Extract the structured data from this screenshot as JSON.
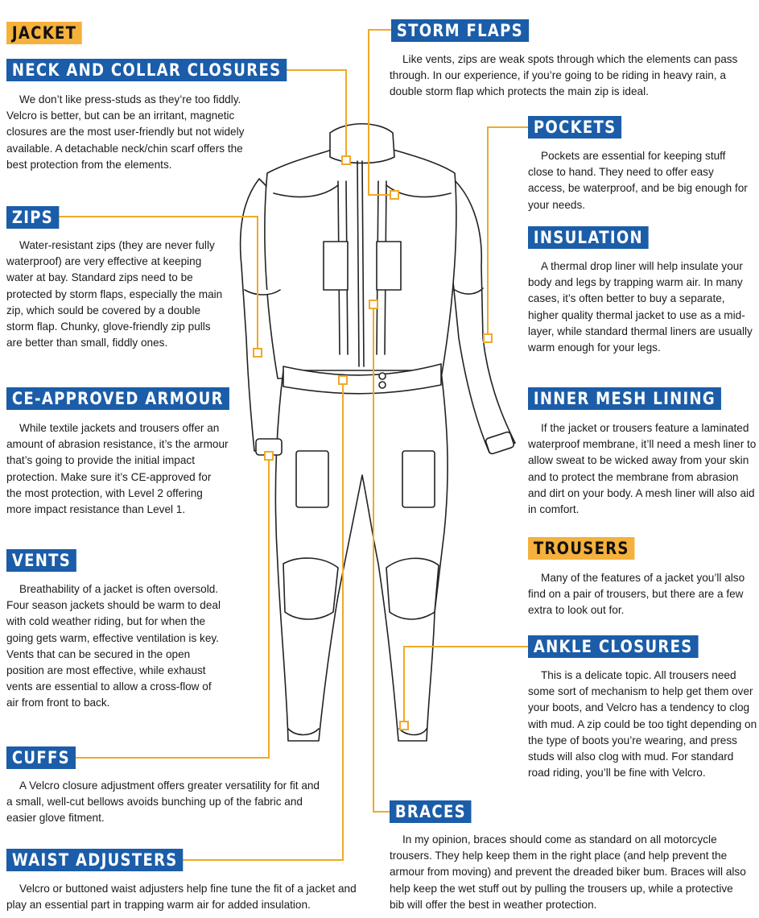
{
  "colors": {
    "header_blue": "#1b5da8",
    "header_gold": "#f5b13c",
    "leader_line": "#f0a928",
    "outline": "#222222"
  },
  "illustration": {
    "subject": "motorcycle textile jacket and trousers line drawing"
  },
  "sections": {
    "jacket": {
      "title": "JACKET"
    },
    "neck_and_collar_closures": {
      "title": "NECK AND COLLAR CLOSURES",
      "body": "We don’t like press-studs as they’re too fiddly. Velcro is better, but can be an irritant, magnetic closures are the most user-friendly but not widely available. A detachable neck/chin scarf offers the best protection from the elements."
    },
    "zips": {
      "title": "ZIPS",
      "body": "Water-resistant zips (they are never fully waterproof) are very effective at keeping water at bay. Standard zips need to be protected by storm flaps, especially the main zip, which sould be covered by a double storm flap. Chunky, glove-friendly zip pulls are better than small, fiddly ones."
    },
    "ce_approved_armour": {
      "title": "CE-APPROVED ARMOUR",
      "body": "While textile jackets and trousers offer an amount of abrasion resistance, it’s the armour that’s going to provide the initial impact protection. Make sure it’s CE-approved for the most protection, with Level 2 offering more impact resistance than Level 1."
    },
    "vents": {
      "title": "VENTS",
      "body": "Breathability of a jacket is often oversold. Four season jackets should be warm to deal with cold weather riding, but for when the going gets warm, effective ventilation is key. Vents that can be secured in the open position are most effective, while exhaust vents are essential to allow a cross-flow of air from front to back."
    },
    "cuffs": {
      "title": "CUFFS",
      "body": "A Velcro closure adjustment offers greater versatility for fit and a small, well-cut bellows avoids bunching up of the fabric and easier glove fitment."
    },
    "waist_adjusters": {
      "title": "WAIST ADJUSTERS",
      "body": "Velcro or buttoned waist adjusters help fine tune the fit of a jacket and play an essential part in trapping warm air for added insulation."
    },
    "storm_flaps": {
      "title": "STORM FLAPS",
      "body": "Like vents, zips are weak spots through which the elements can pass through. In our experience, if you’re going to be riding in heavy rain, a double storm flap which protects the main zip is ideal."
    },
    "pockets": {
      "title": "POCKETS",
      "body": "Pockets are essential for keeping stuff close to hand. They need to offer easy access, be waterproof, and be big enough for your needs."
    },
    "insulation": {
      "title": "INSULATION",
      "body": "A thermal drop liner will help insulate your body and legs by trapping warm air. In many cases, it’s often better to buy a separate, higher quality thermal jacket to use as a mid-layer, while standard thermal liners are usually warm enough for your legs."
    },
    "inner_mesh_lining": {
      "title": "INNER MESH LINING",
      "body": "If the jacket or trousers feature a laminated waterproof membrane, it’ll need a mesh liner to allow sweat to be wicked away from your skin and to protect the membrane from abrasion and dirt on your body. A mesh liner will also aid in comfort."
    },
    "trousers": {
      "title": "TROUSERS",
      "body": "Many of the features of a jacket you’ll also find on a pair of trousers, but there are a few extra to look out for."
    },
    "ankle_closures": {
      "title": "ANKLE CLOSURES",
      "body": "This is a delicate topic. All trousers need some sort of mechanism to help get them over your boots, and Velcro has a tendency to clog with mud. A zip could be too tight depending on the type of boots you’re wearing, and press studs will also clog with mud. For standard road riding, you’ll be fine with Velcro."
    },
    "braces": {
      "title": "BRACES",
      "body": "In my opinion, braces should come as standard on all motorcycle trousers. They help keep them in the right place (and help prevent the armour from moving) and prevent the dreaded biker bum. Braces will also help keep the wet stuff out by pulling the trousers up, while a protective bib will offer the best in weather protection."
    }
  }
}
